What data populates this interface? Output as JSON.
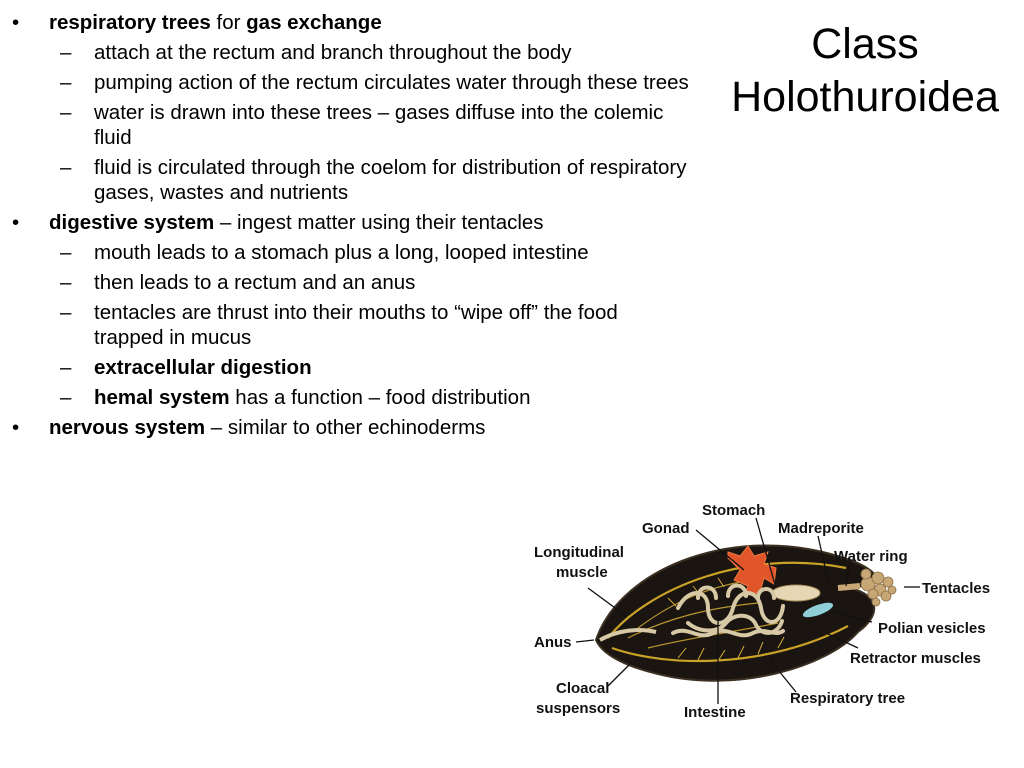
{
  "title": {
    "line1": "Class",
    "line2": "Holothuroidea"
  },
  "bullets": {
    "b1": {
      "lead": "respiratory trees",
      "mid": " for ",
      "term": "gas exchange"
    },
    "b1_subs": [
      "attach at the rectum and branch throughout the body",
      "pumping action of the rectum circulates water through these trees",
      "water is drawn into these trees – gases diffuse into the colemic fluid",
      "fluid is circulated through the coelom for distribution of respiratory gases, wastes and nutrients"
    ],
    "b2": {
      "lead": "digestive system",
      "rest": " – ingest matter using their tentacles"
    },
    "b2_subs": [
      "mouth leads to a stomach plus a long, looped intestine",
      "then leads to a rectum and an anus",
      "tentacles are thrust into their mouths to “wipe off” the food trapped in mucus"
    ],
    "b2_sub_extracellular": "extracellular digestion",
    "b2_sub_hemal": {
      "lead": "hemal system",
      "rest": " has a function – food distribution"
    },
    "b3": {
      "lead": "nervous system",
      "rest": " – similar to other echinoderms"
    },
    "bullet_char": "•",
    "dash_char": "–"
  },
  "diagram": {
    "labels": {
      "stomach": "Stomach",
      "gonad": "Gonad",
      "madreporite": "Madreporite",
      "longitudinal_muscle_1": "Longitudinal",
      "longitudinal_muscle_2": "muscle",
      "water_ring": "Water ring",
      "tentacles": "Tentacles",
      "anus": "Anus",
      "polian_vesicles": "Polian vesicles",
      "retractor_muscles": "Retractor muscles",
      "cloacal_1": "Cloacal",
      "cloacal_2": "suspensors",
      "respiratory_tree": "Respiratory tree",
      "intestine": "Intestine"
    },
    "colors": {
      "body": "#1a1510",
      "muscle": "#c9a227",
      "gonad": "#e0552a",
      "intestine": "#d8c9a6",
      "polian": "#8fd0d8",
      "tentacles": "#c8a776"
    }
  }
}
